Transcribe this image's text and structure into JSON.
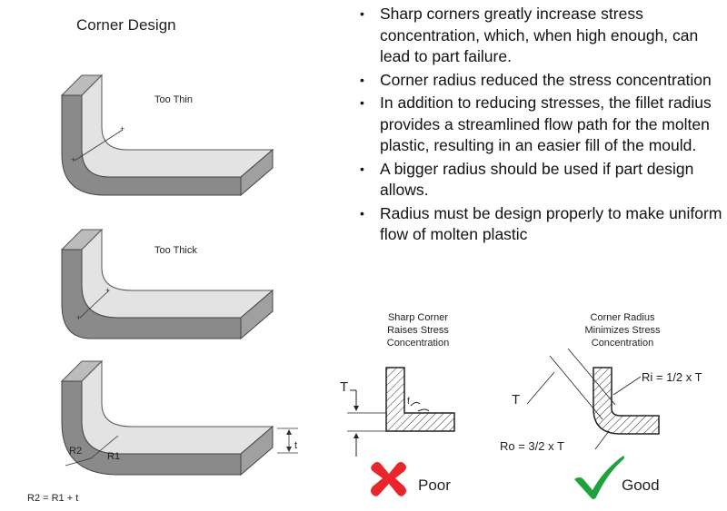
{
  "diagram": {
    "title": "Corner Design",
    "shapes": [
      {
        "label": "Too Thin"
      },
      {
        "label": "Too Thick"
      },
      {
        "labels": {
          "r2": "R2",
          "r1": "R1",
          "t": "t",
          "formula": "R2 = R1 + t"
        }
      }
    ]
  },
  "bullets": [
    "Sharp corners greatly increase stress concentration, which, when high enough, can lead to part failure.",
    "Corner radius reduced the stress concentration",
    "In addition to reducing stresses, the fillet radius provides a streamlined flow path for the molten plastic, resulting in an easier fill of the mould.",
    "A bigger radius should be used if part design allows.",
    "Radius must be design properly to make uniform flow of molten plastic"
  ],
  "comparison": {
    "poor": {
      "caption": [
        "Sharp Corner",
        "Raises Stress",
        "Concentration"
      ],
      "t_label": "T",
      "rating": "Poor",
      "mark_color": "#e8262b"
    },
    "good": {
      "caption": [
        "Corner Radius",
        "Minimizes Stress",
        "Concentration"
      ],
      "t_label": "T",
      "ri_label": "Ri = 1/2 x T",
      "ro_label": "Ro = 3/2 x T",
      "rating": "Good",
      "mark_color": "#1fa23a"
    }
  }
}
